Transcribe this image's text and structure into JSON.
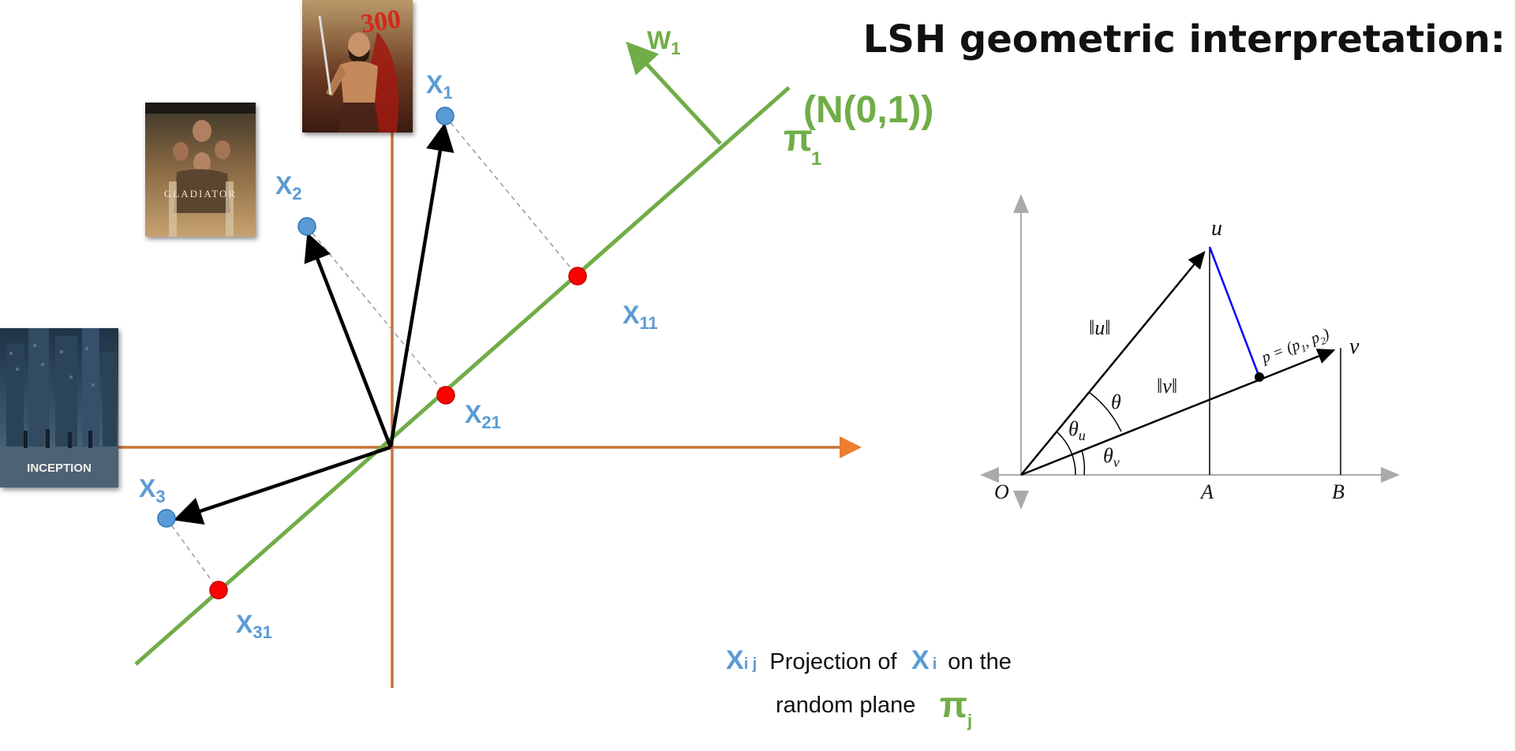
{
  "title": "LSH geometric interpretation:",
  "main": {
    "points": {
      "x1": {
        "base": "X",
        "sub": "1"
      },
      "x2": {
        "base": "X",
        "sub": "2"
      },
      "x3": {
        "base": "X",
        "sub": "3"
      }
    },
    "projections": {
      "x11": {
        "base": "X",
        "sub": "11"
      },
      "x21": {
        "base": "X",
        "sub": "21"
      },
      "x31": {
        "base": "X",
        "sub": "31"
      }
    },
    "normal": {
      "base": "W",
      "sub": "1"
    },
    "plane": {
      "base": "π",
      "sub": "1",
      "dist": "(N(0,1))"
    },
    "posters": {
      "p300": {
        "text": "300"
      },
      "gladiator": {
        "text": "GLADIATOR"
      },
      "inception": {
        "text": "INCEPTION"
      }
    }
  },
  "figure": {
    "u": "u",
    "v": "v",
    "norm_u": "‖u‖",
    "norm_v": "‖v‖",
    "theta": "θ",
    "theta_u_base": "θ",
    "theta_u_sub": "u",
    "theta_v_base": "θ",
    "theta_v_sub": "v",
    "p_label": "p = (p",
    "p_label_1": "1",
    "p_label_mid": ", p",
    "p_label_2": "2",
    "p_label_end": ")",
    "O": "O",
    "A": "A",
    "B": "B",
    "line_color": "#0000ff"
  },
  "legend": {
    "xij_base": "X",
    "xij_sub": "i j",
    "text1": "Projection of",
    "xi_base": "X",
    "xi_sub": "i",
    "text2": "on the",
    "text3": "random plane",
    "pi_base": "π",
    "pi_sub": "j"
  },
  "colors": {
    "axis": "#c87137",
    "plane": "#70ad47",
    "point": "#5b9bd5",
    "projection": "#ff0000",
    "vector": "#000000"
  }
}
